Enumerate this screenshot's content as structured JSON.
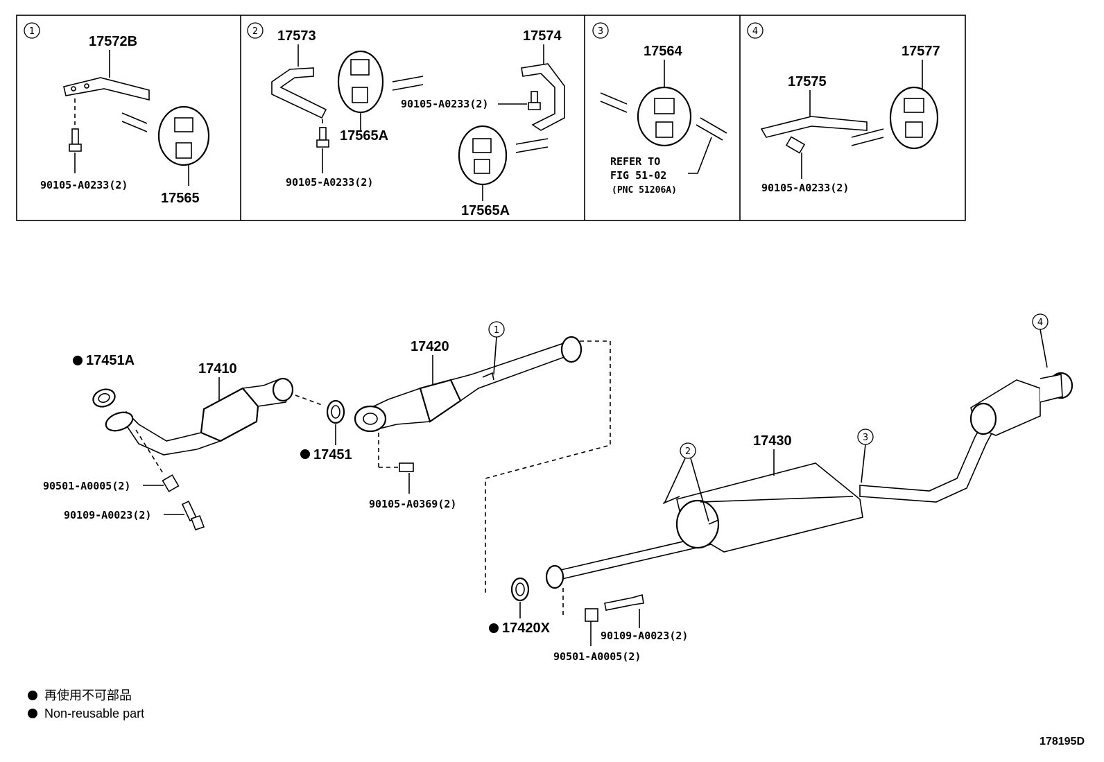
{
  "panels": [
    {
      "num": "1",
      "labels": {
        "a": "17572B",
        "b": "90105-A0233(2)",
        "c": "17565"
      }
    },
    {
      "num": "2",
      "labels": {
        "a": "17573",
        "b": "17565A",
        "c": "90105-A0233(2)",
        "d": "17574",
        "e": "90105-A0233(2)",
        "f": "17565A"
      }
    },
    {
      "num": "3",
      "labels": {
        "a": "17564",
        "r1": "REFER TO",
        "r2": "FIG 51-02",
        "r3": "(PNC 51206A)"
      }
    },
    {
      "num": "4",
      "labels": {
        "a": "17575",
        "b": "17577",
        "c": "90105-A0233(2)"
      }
    }
  ],
  "main": {
    "p17451A": "17451A",
    "p17410": "17410",
    "p17420": "17420",
    "p17451": "17451",
    "p90501a": "90501-A0005(2)",
    "p90109a": "90109-A0023(2)",
    "p90105": "90105-A0369(2)",
    "p17430": "17430",
    "p17420X": "17420X",
    "p90109b": "90109-A0023(2)",
    "p90501b": "90501-A0005(2)",
    "c1": "1",
    "c2": "2",
    "c3": "3",
    "c4": "4"
  },
  "legend": {
    "jp": "再使用不可部品",
    "en": "Non-reusable part"
  },
  "code": "178195D"
}
